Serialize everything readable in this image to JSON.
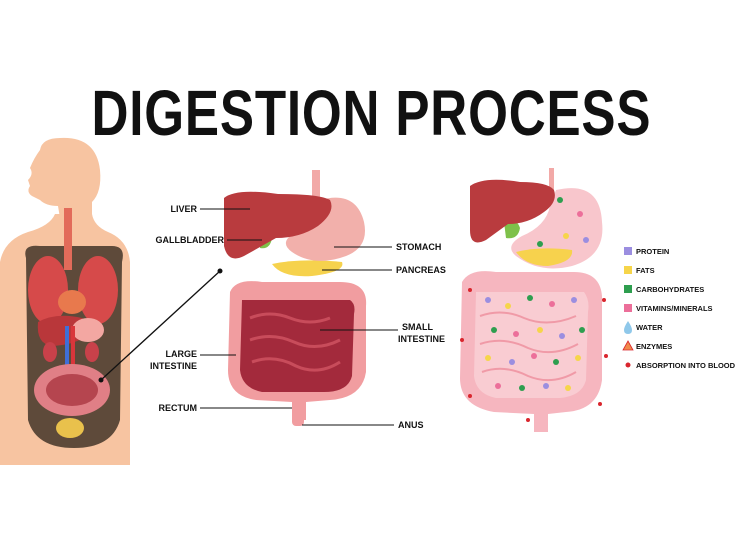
{
  "title": "DIGESTION PROCESS",
  "labels": {
    "liver": "LIVER",
    "gallbladder": "GALLBLADDER",
    "large_intestine_1": "LARGE",
    "large_intestine_2": "INTESTINE",
    "rectum": "RECTUM",
    "stomach": "STOMACH",
    "pancreas": "PANCREAS",
    "small_intestine_1": "SMALL",
    "small_intestine_2": "INTESTINE",
    "anus": "ANUS"
  },
  "legend": [
    {
      "label": "PROTEIN",
      "color": "#9b8ee0",
      "icon": "square"
    },
    {
      "label": "FATS",
      "color": "#f6d54a",
      "icon": "square"
    },
    {
      "label": "CARBOHYDRATES",
      "color": "#2e9e4f",
      "icon": "square"
    },
    {
      "label": "VITAMINS/MINERALS",
      "color": "#ec6f9a",
      "icon": "square"
    },
    {
      "label": "WATER",
      "color": "#8fc8ea",
      "icon": "drop"
    },
    {
      "label": "ENZYMES",
      "color": "#f08a4b",
      "icon": "triangle"
    },
    {
      "label": "ABSORPTION INTO BLOOD",
      "color": "#d9262e",
      "icon": "dot"
    }
  ]
}
